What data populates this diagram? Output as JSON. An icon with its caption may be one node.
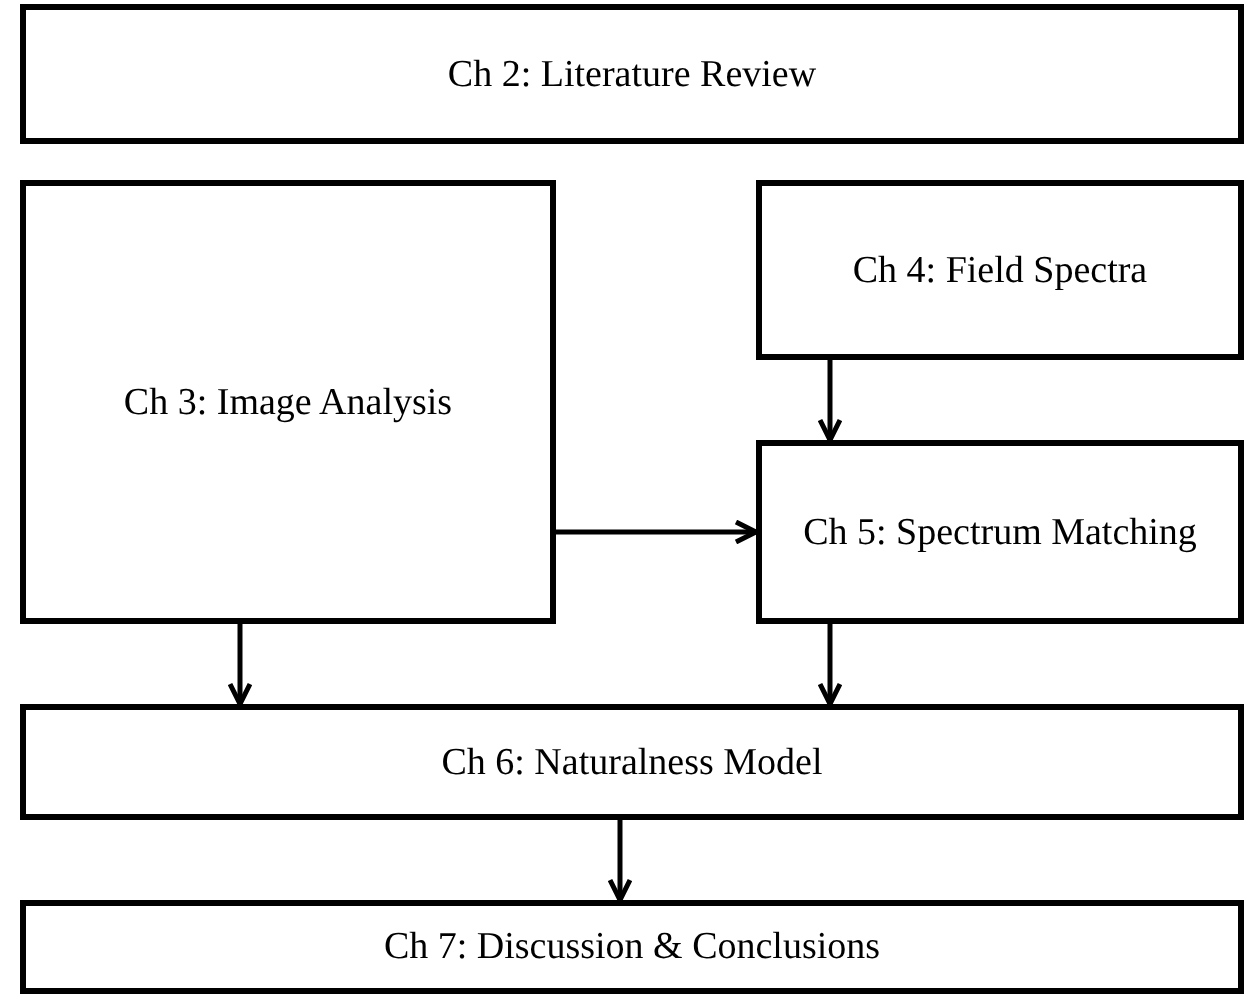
{
  "diagram": {
    "nodes": [
      {
        "text": [
          "Ch 2: Literature Review"
        ]
      },
      {
        "text": [
          "Ch 3: Image Analysis"
        ]
      },
      {
        "text": [
          "Ch 4: Field Spectra"
        ]
      },
      {
        "text": [
          "Ch 5: Spectrum Matching"
        ]
      },
      {
        "text": [
          "Ch 6: Naturalness Model"
        ]
      },
      {
        "text": [
          "Ch 7: Discussion & Conclusions"
        ]
      }
    ],
    "edges": [
      {
        "from": 2,
        "to": 3,
        "arrow": "to"
      },
      {
        "from": 1,
        "to": 3,
        "arrow": "to"
      },
      {
        "from": 1,
        "to": 4,
        "arrow": "to"
      },
      {
        "from": 3,
        "to": 4,
        "arrow": "to"
      },
      {
        "from": 4,
        "to": 5,
        "arrow": "to"
      }
    ]
  }
}
